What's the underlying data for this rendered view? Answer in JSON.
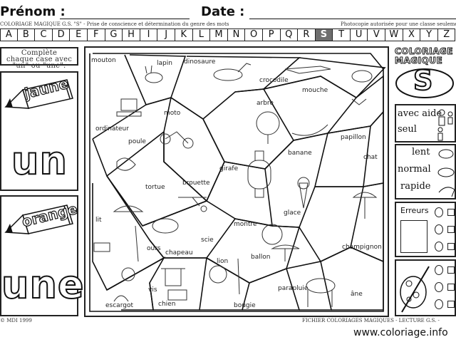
{
  "header": {
    "prenom_label": "Prénom :",
    "date_label": "Date :",
    "series_text": "COLORIAGE MAGIQUE G.S. \"S\" - Prise de conscience et détermination du genre des mots",
    "photocopy_text": "Photocopie autorisée pour une classe seulement"
  },
  "alphabet": {
    "letters": [
      "A",
      "B",
      "C",
      "D",
      "E",
      "F",
      "G",
      "H",
      "I",
      "J",
      "K",
      "L",
      "M",
      "N",
      "O",
      "P",
      "Q",
      "R",
      "S",
      "T",
      "U",
      "V",
      "W",
      "X",
      "Y",
      "Z"
    ],
    "active": "S"
  },
  "instruction": {
    "line1": "Complète",
    "line2": "chaque case avec",
    "line3": "\"un\" ou \"une\"."
  },
  "legend": {
    "masculine": {
      "color_word": "jaune",
      "article": "un"
    },
    "feminine": {
      "color_word": "orange",
      "article": "une"
    }
  },
  "words": [
    "mouton",
    "lapin",
    "dinosaure",
    "crocodile",
    "ordinateur",
    "moto",
    "arbre",
    "mouche",
    "poule",
    "girafe",
    "banane",
    "papillon",
    "chat",
    "tortue",
    "brouette",
    "lit",
    "montre",
    "glace",
    "champignon",
    "ours",
    "scie",
    "chapeau",
    "ballon",
    "lion",
    "parapluie",
    "vis",
    "bougie",
    "escargot",
    "chien",
    "âne"
  ],
  "logo": {
    "line1": "COLORIAGE",
    "line2": "MAGIQUE",
    "letter": "S"
  },
  "difficulty": {
    "help": "avec aide",
    "alone": "seul",
    "slow": "lent",
    "normal": "normal",
    "fast": "rapide"
  },
  "errors": {
    "title": "Erreurs"
  },
  "footer": {
    "copyright": "© MDI 1999",
    "series": "FICHIER COLORIAGES MAGIQUES - LECTURE G.S. -",
    "site": "www.coloriage.info"
  }
}
